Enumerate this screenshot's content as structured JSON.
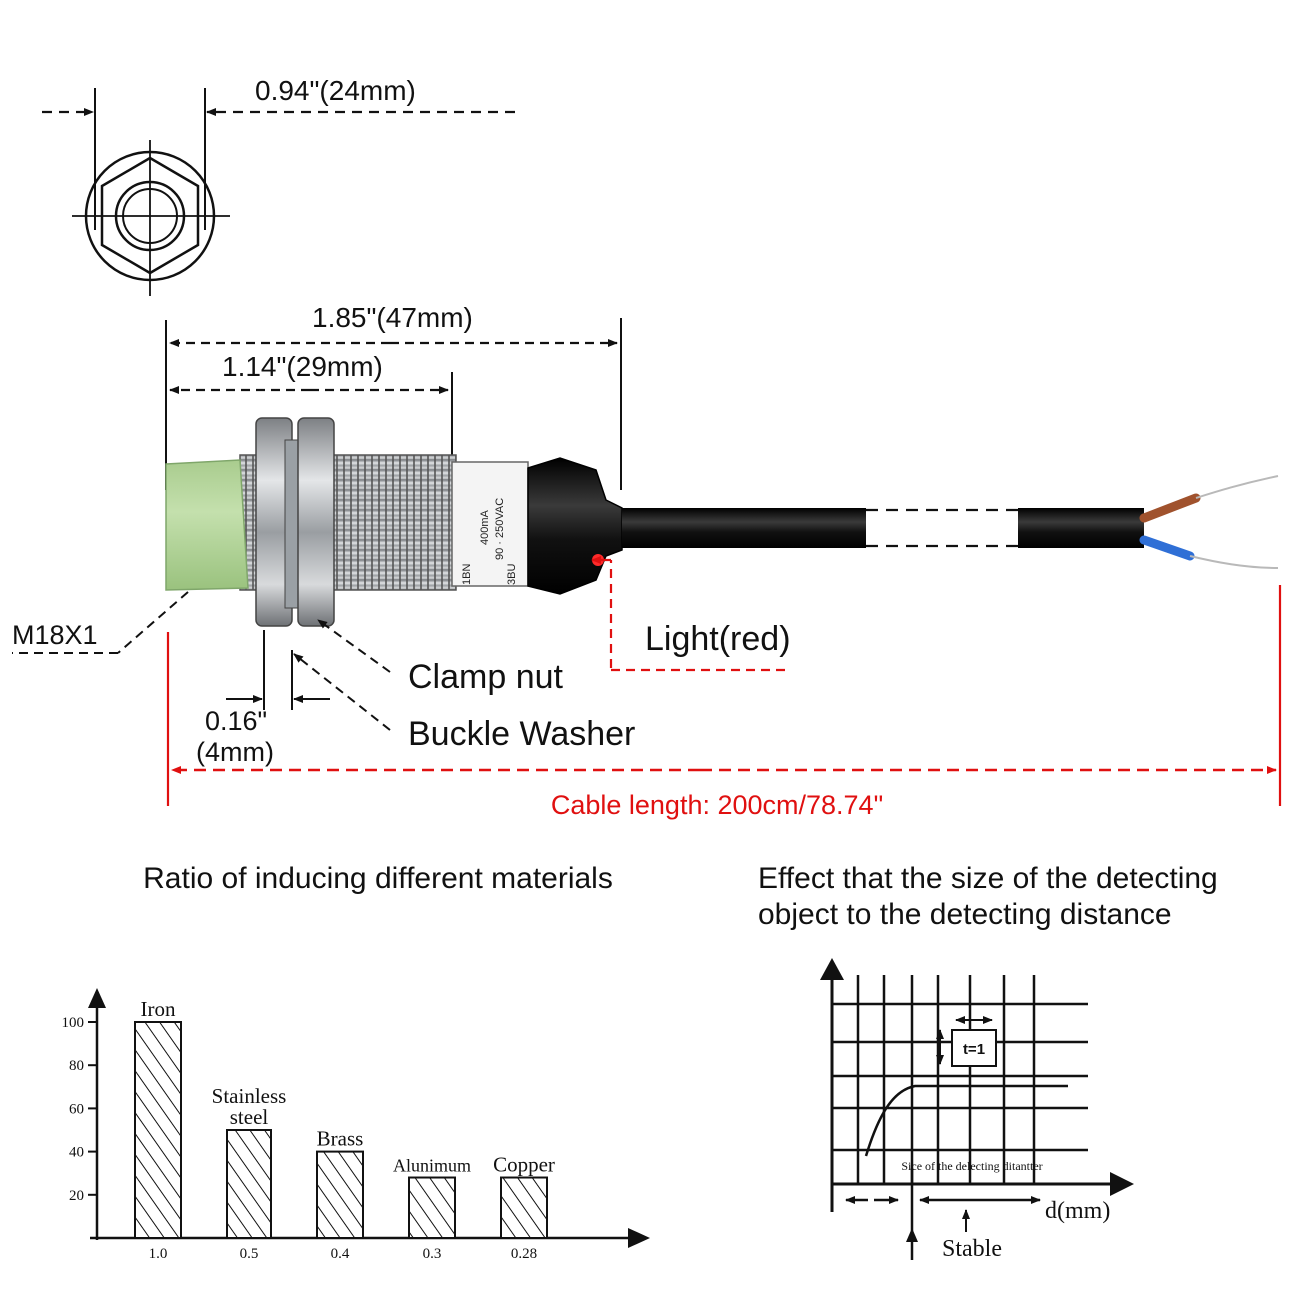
{
  "dimensions": {
    "hex_width": "0.94\"(24mm)",
    "total_length": "1.85\"(47mm)",
    "thread_length": "1.14\"(29mm)",
    "thread_spec": "M18X1",
    "nut_thickness_in": "0.16\"",
    "nut_thickness_mm": "(4mm)",
    "cable_length": "Cable length: 200cm/78.74\""
  },
  "callouts": {
    "light": "Light(red)",
    "clamp_nut": "Clamp nut",
    "buckle_washer": "Buckle Washer"
  },
  "sensor_markings": {
    "current": "400mA",
    "voltage": "90 · 250VAC",
    "pin1": "1BN",
    "pin3": "3BU"
  },
  "colors": {
    "sensor_face": "#b9d7a0",
    "cable": "#1a1a1a",
    "brown_wire": "#a0522d",
    "blue_wire": "#2f6fd6",
    "red_annotation": "#e01010",
    "metal": "#b8bcc0"
  },
  "chart_data": [
    {
      "type": "bar",
      "title": "Ratio of inducing different materials",
      "categories": [
        "Iron",
        "Stainless steel",
        "Brass",
        "Alunimum",
        "Copper"
      ],
      "category_label_lines": [
        [
          "Iron"
        ],
        [
          "Stainless",
          "steel"
        ],
        [
          "Brass"
        ],
        [
          "Alunimum"
        ],
        [
          "Copper"
        ]
      ],
      "x_tick_labels": [
        "1.0",
        "0.5",
        "0.4",
        "0.3",
        "0.28"
      ],
      "values": [
        100,
        50,
        40,
        28,
        28
      ],
      "y_ticks": [
        "20",
        "40",
        "60",
        "80",
        "100"
      ],
      "ylim": [
        0,
        110
      ],
      "xlabel": "",
      "ylabel": "",
      "grid": false
    },
    {
      "type": "line",
      "title": "Effect that the size of the detecting object to the detecting distance",
      "title_lines": [
        "Effect that the size of the detecting",
        "object to the detecting distance"
      ],
      "xlabel": "d(mm)",
      "inner_label": "Sice of the delecting ditantter",
      "stable_label": "Stable",
      "box_label": "t=1",
      "grid": true
    }
  ]
}
